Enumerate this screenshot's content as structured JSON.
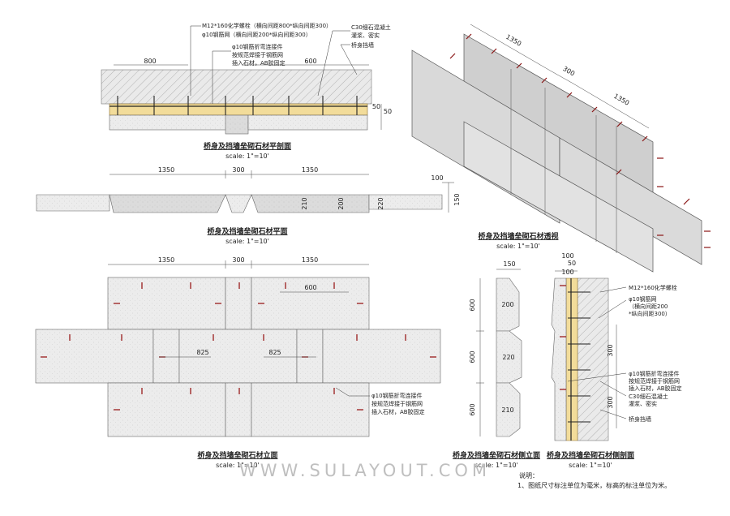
{
  "colors": {
    "stone": "#ececec",
    "stone_dark": "#d2d2d2",
    "wall": "#e9e9e9",
    "mortar": "#f2dc9a",
    "anchor": "#a02020",
    "line": "#555555"
  },
  "plan_section": {
    "title": "桥身及挡墙垒砌石材平剖面",
    "scale": "scale: 1\"=10'",
    "dim_left": "800",
    "dim_right": "600",
    "dim_v1": "50",
    "dim_v2": "50",
    "notes": {
      "bolt": "M12*160化学螺栓（横向间距800*纵向间距300）",
      "mesh": "φ10钢筋网（横向间距200*纵向间距300）",
      "connector_1": "φ10钢筋折弯连接件",
      "connector_2": "按规范焊接于钢筋网",
      "connector_3": "插入石材，AB胶固定",
      "concrete_1": "C30细石混凝土",
      "concrete_2": "灌浆、密实",
      "wall": "桥身挡墙"
    }
  },
  "plan": {
    "title": "桥身及挡墙垒砌石材平面",
    "scale": "scale: 1\"=10'",
    "dims_top": [
      "1350",
      "300",
      "1350"
    ],
    "dim_100": "100",
    "dim_150": "150",
    "dims_depth": [
      "210",
      "200",
      "220"
    ]
  },
  "perspective": {
    "title": "桥身及挡墙垒砌石材透视",
    "scale": "scale: 1\"=10'",
    "dims": [
      "1350",
      "300",
      "1350"
    ]
  },
  "elevation": {
    "title": "桥身及挡墙垒砌石材立面",
    "scale": "scale: 1\"=10'",
    "dims_top": [
      "1350",
      "300",
      "1350"
    ],
    "dim_600": "600",
    "dim_825_left": "825",
    "dim_825_right": "825",
    "note_1": "φ10钢筋折弯连接件",
    "note_2": "按规范焊接于钢筋网",
    "note_3": "插入石材，AB胶固定"
  },
  "side_elevation": {
    "title": "桥身及挡墙垒砌石材侧立面",
    "scale": "scale: 1\"=10'",
    "dim_top": "150",
    "heights": [
      "600",
      "600",
      "600"
    ],
    "depths": [
      "200",
      "220",
      "210"
    ]
  },
  "side_section": {
    "title": "桥身及挡墙垒砌石材侧剖面",
    "scale": "scale: 1\"=10'",
    "dims_top": [
      "100",
      "50",
      "100"
    ],
    "dims_v": [
      "300",
      "300"
    ],
    "notes": {
      "bolt": "M12*160化学螺栓",
      "mesh_1": "φ10钢筋网",
      "mesh_2": "（横向间距200",
      "mesh_3": "*纵向间距300）",
      "conn_1": "φ10钢筋折弯连接件",
      "conn_2": "按规范焊接于钢筋网",
      "conn_3": "插入石材，AB胶固定",
      "conc_1": "C30细石混凝土",
      "conc_2": "灌浆、密实",
      "wall": "桥身挡墙"
    }
  },
  "watermark": "WWW.SULAYOUT.COM",
  "legend": {
    "title": "说明：",
    "line": "1、图纸尺寸标注单位为毫米，标高的标注单位为米。"
  }
}
